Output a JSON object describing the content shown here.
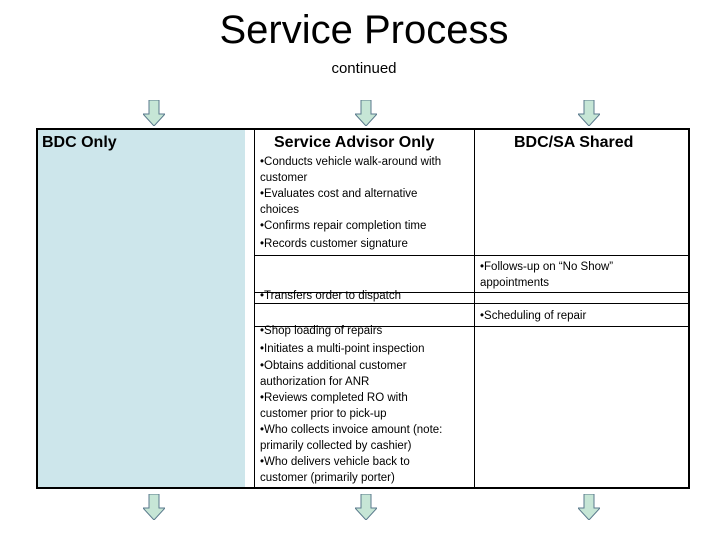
{
  "title": "Service Process",
  "subtitle": "continued",
  "columns": {
    "bdc": "BDC Only",
    "sa": "Service Advisor Only",
    "shared": "BDC/SA Shared"
  },
  "sa_block1": [
    "•Conducts vehicle walk-around with\ncustomer",
    "•Evaluates cost and alternative\nchoices",
    "•Confirms repair completion time",
    "•Records customer signature"
  ],
  "shared_followup": "•Follows-up on “No Show”\nappointments",
  "sa_transfer": "•Transfers order to dispatch",
  "shared_scheduling": "•Scheduling of repair",
  "sa_block2": [
    "•Shop loading of repairs",
    "•Initiates a multi-point inspection",
    "•Obtains additional customer\nauthorization for ANR",
    "•Reviews completed RO with\ncustomer prior to pick-up",
    "•Who collects invoice amount (note:\nprimarily collected by cashier)",
    "•Who delivers vehicle back to\ncustomer (primarily porter)"
  ],
  "colors": {
    "bdc_fill": "#cde6eb",
    "arrow_fill": "#c6e6d6",
    "arrow_stroke": "#5a7a8c"
  }
}
